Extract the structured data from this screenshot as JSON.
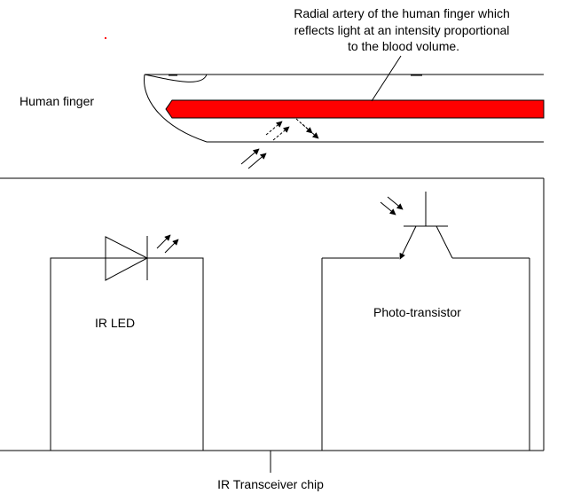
{
  "labels": {
    "artery_line1": "Radial artery of the human finger which",
    "artery_line2": "reflects light at an intensity proportional",
    "artery_line3": "to the blood volume.",
    "finger": "Human finger",
    "led": "IR LED",
    "phototransistor": "Photo-transistor",
    "chip": "IR Transceiver chip"
  },
  "colors": {
    "artery_fill": "#ff0000",
    "line": "#000000",
    "background": "#ffffff"
  }
}
